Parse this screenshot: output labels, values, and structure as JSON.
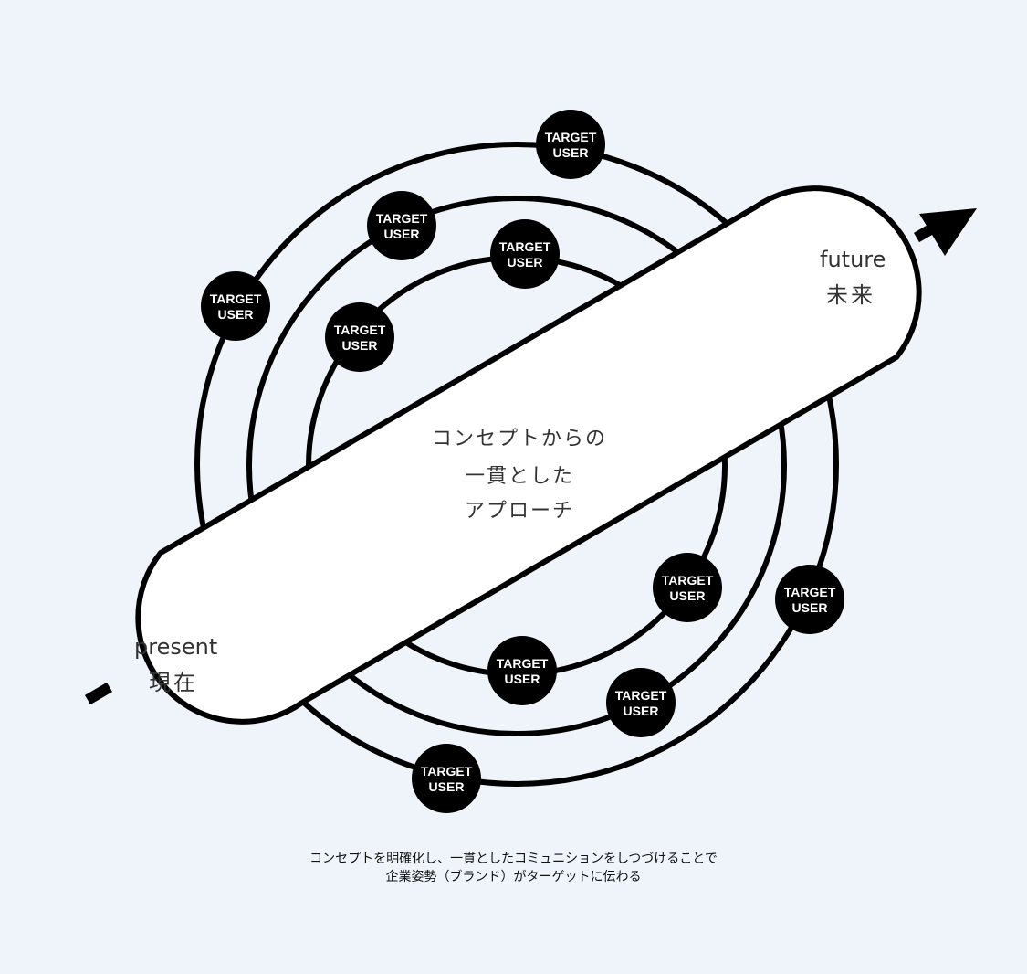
{
  "colors": {
    "background": "#eef4fa",
    "stroke": "#000000",
    "node_fill": "#000000",
    "node_text": "#ffffff",
    "capsule_fill": "#ffffff",
    "label_text": "#333333"
  },
  "nodes": [
    {
      "line1": "TARGET",
      "line2": "USER"
    },
    {
      "line1": "TARGET",
      "line2": "USER"
    },
    {
      "line1": "TARGET",
      "line2": "USER"
    },
    {
      "line1": "TARGET",
      "line2": "USER"
    },
    {
      "line1": "TARGET",
      "line2": "USER"
    },
    {
      "line1": "TARGET",
      "line2": "USER"
    },
    {
      "line1": "TARGET",
      "line2": "USER"
    },
    {
      "line1": "TARGET",
      "line2": "USER"
    },
    {
      "line1": "TARGET",
      "line2": "USER"
    },
    {
      "line1": "TARGET",
      "line2": "USER"
    }
  ],
  "capsule": {
    "center_lines": [
      "コンセプトからの",
      "一貫とした",
      "アプローチ"
    ],
    "start_label_en": "present",
    "start_label_ja": "現在",
    "end_label_en": "future",
    "end_label_ja": "未来"
  },
  "caption": {
    "line1": "コンセプトを明確化し、一貫としたコミュニションをしつづけることで",
    "line2": "企業姿勢（ブランド）がターゲットに伝わる"
  }
}
